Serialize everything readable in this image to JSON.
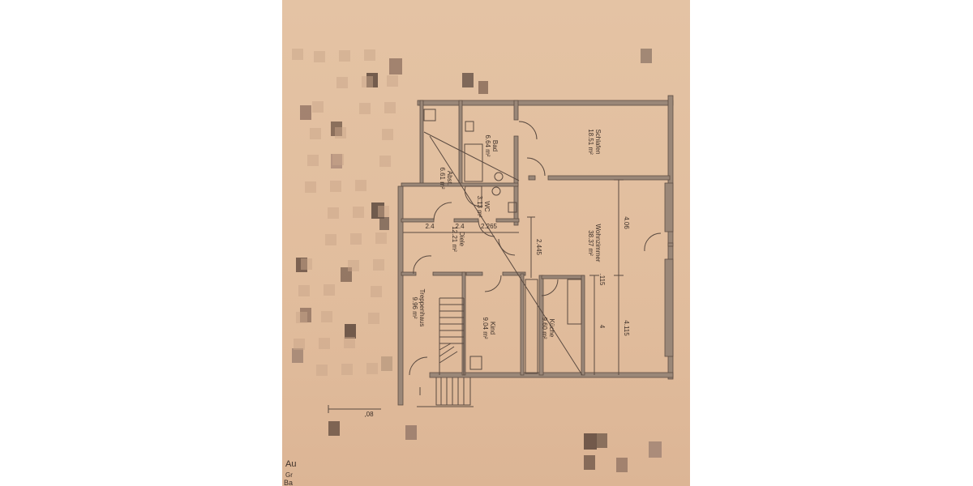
{
  "plan": {
    "rooms": [
      {
        "name": "Schlafen",
        "area": "18.51 m²"
      },
      {
        "name": "Bad",
        "area": "6.64 m²"
      },
      {
        "name": "Abst.",
        "area": "6.61 m²"
      },
      {
        "name": "WC",
        "area": "3.13 m²"
      },
      {
        "name": "Diele",
        "area": "12.21 m²"
      },
      {
        "name": "Wohnzimmer",
        "area": "38.37 m²"
      },
      {
        "name": "Treppenhaus",
        "area": "9.96 m²"
      },
      {
        "name": "Kind",
        "area": "9.04 m²"
      },
      {
        "name": "Küche",
        "area": "9.60 m²"
      }
    ],
    "dimensions": [
      "2.4",
      "2.4",
      "2.265",
      "2.445",
      "4.06",
      ".115",
      "4",
      "4.115",
      ",08"
    ],
    "margin_text": [
      "Au",
      "Gr",
      "Ba"
    ]
  },
  "colors": {
    "paper": "#e2bf9f",
    "wall": "#9a8778",
    "line": "#5a4a40"
  }
}
